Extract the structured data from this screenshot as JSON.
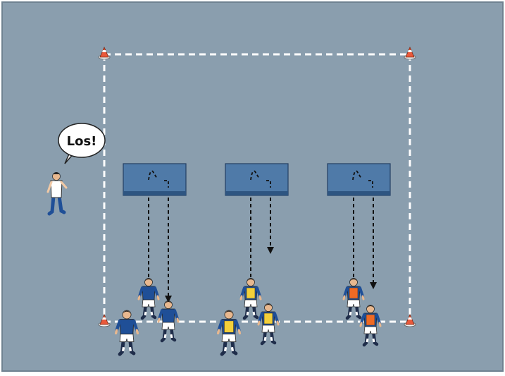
{
  "coach": {
    "speech_text": "Los!"
  },
  "colors": {
    "pitch": "#8a9eae",
    "pitch_border": "#6f8291",
    "field_lines": "#ffffff",
    "mat": "#4f7aa8",
    "mat_stripe": "#2e5581",
    "arrow": "#111111",
    "team_blue": "#1f4f97",
    "team_yellow": "#f2cf3a",
    "team_orange": "#ef6a24",
    "shorts": "#ffffff",
    "cone": "#e9593b"
  },
  "icons": [
    "cone-icon",
    "player-icon",
    "coach-icon",
    "speech-bubble-icon",
    "mat-icon",
    "run-arrow-icon"
  ],
  "groups": [
    {
      "name": "blue",
      "bib": "team_blue"
    },
    {
      "name": "yellow",
      "bib": "team_yellow"
    },
    {
      "name": "orange",
      "bib": "team_orange"
    }
  ]
}
